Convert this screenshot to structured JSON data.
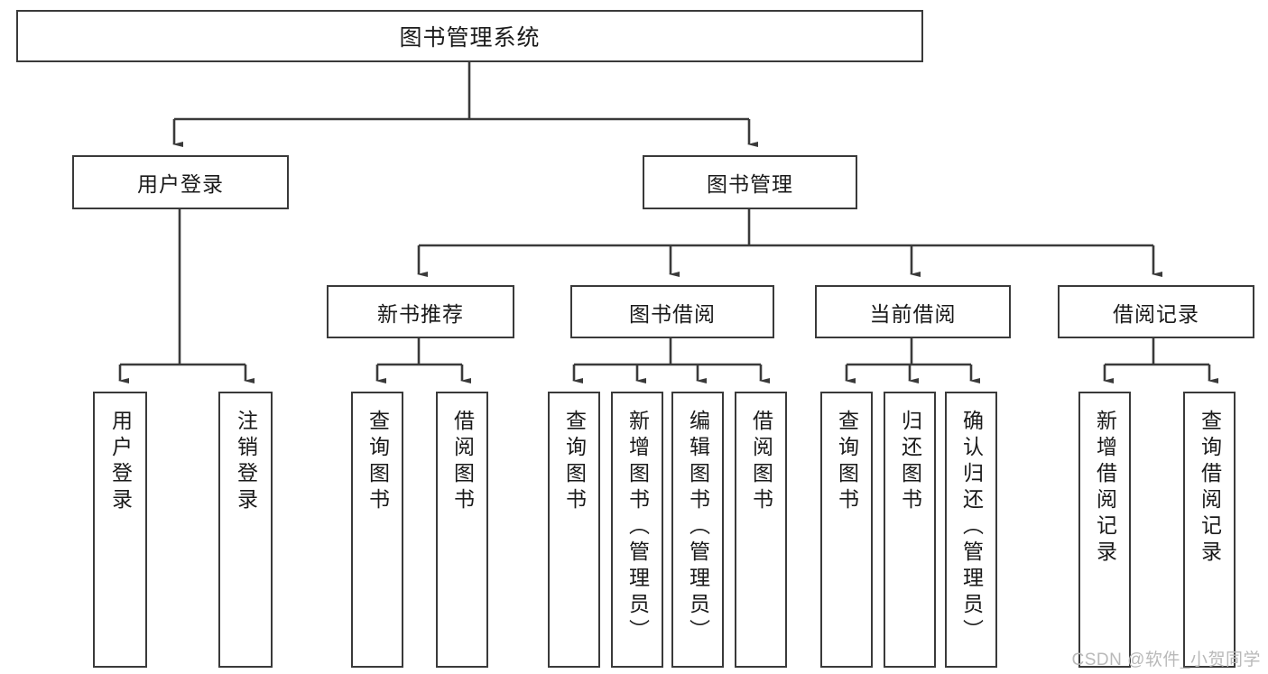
{
  "diagram": {
    "title": "图书管理系统",
    "type": "tree-hierarchy-diagram",
    "colors": {
      "box_border": "#3a3a3a",
      "box_fill": "#ffffff",
      "line": "#3a3a3a",
      "text": "#1a1a1a",
      "watermark": "#b9b9b9"
    },
    "nodes": {
      "root": {
        "label": "图书管理系统"
      },
      "level2": [
        {
          "id": "user-login",
          "label": "用户登录"
        },
        {
          "id": "book-manage",
          "label": "图书管理"
        }
      ],
      "level3": [
        {
          "id": "new-book-recommend",
          "label": "新书推荐"
        },
        {
          "id": "book-borrow",
          "label": "图书借阅"
        },
        {
          "id": "current-borrow",
          "label": "当前借阅"
        },
        {
          "id": "borrow-record",
          "label": "借阅记录"
        }
      ],
      "leaves": [
        {
          "id": "leaf-user-login",
          "label": "用户登录",
          "parent": "user-login"
        },
        {
          "id": "leaf-logout",
          "label": "注销登录",
          "parent": "user-login"
        },
        {
          "id": "leaf-query-book-1",
          "label": "查询图书",
          "parent": "new-book-recommend"
        },
        {
          "id": "leaf-borrow-book-1",
          "label": "借阅图书",
          "parent": "new-book-recommend"
        },
        {
          "id": "leaf-query-book-2",
          "label": "查询图书",
          "parent": "book-borrow"
        },
        {
          "id": "leaf-add-book",
          "label": "新增图书（管理员）",
          "parent": "book-borrow"
        },
        {
          "id": "leaf-edit-book",
          "label": "编辑图书（管理员）",
          "parent": "book-borrow"
        },
        {
          "id": "leaf-borrow-book-2",
          "label": "借阅图书",
          "parent": "book-borrow"
        },
        {
          "id": "leaf-query-book-3",
          "label": "查询图书",
          "parent": "current-borrow"
        },
        {
          "id": "leaf-return-book",
          "label": "归还图书",
          "parent": "current-borrow"
        },
        {
          "id": "leaf-confirm-return",
          "label": "确认归还（管理员）",
          "parent": "current-borrow"
        },
        {
          "id": "leaf-add-record",
          "label": "新增借阅记录",
          "parent": "borrow-record"
        },
        {
          "id": "leaf-query-record",
          "label": "查询借阅记录",
          "parent": "borrow-record"
        }
      ]
    },
    "watermark": "CSDN @软件_小贺同学"
  }
}
